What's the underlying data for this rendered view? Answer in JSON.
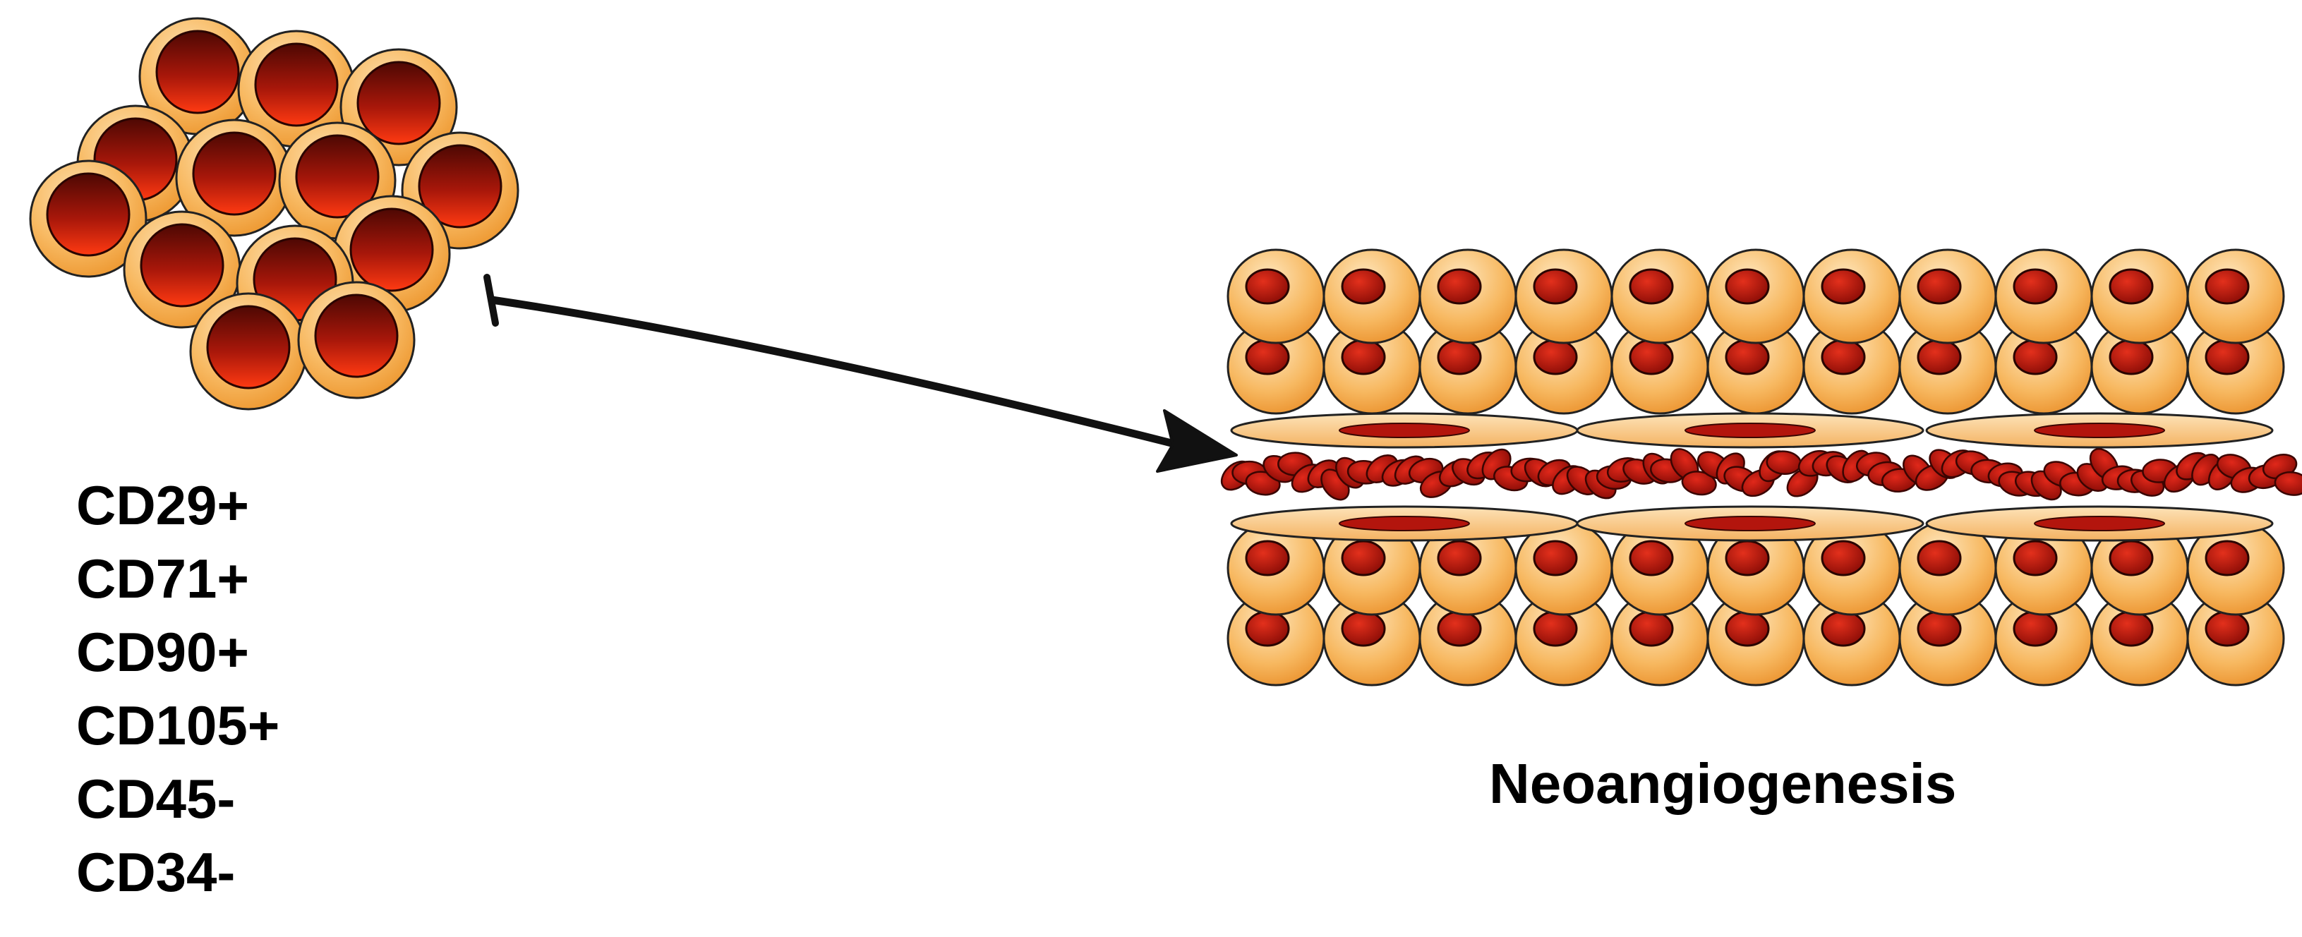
{
  "markers": [
    "CD29+",
    "CD71+",
    "CD90+",
    "CD105+",
    "CD45-",
    "CD34-"
  ],
  "process_label": "Neoangiogenesis",
  "colors": {
    "cell_body": "#f7b45a",
    "cell_body_light": "#fde0b0",
    "nucleus_dark": "#5a0a04",
    "nucleus_bright": "#ff3a12",
    "red_blood_cell": "#b3150d",
    "outline": "#222222",
    "arrow": "#111111"
  },
  "icons": {
    "cell_cluster": "stem-cell-cluster-icon",
    "arrow": "arrow-icon",
    "vessel": "blood-vessel-icon"
  }
}
